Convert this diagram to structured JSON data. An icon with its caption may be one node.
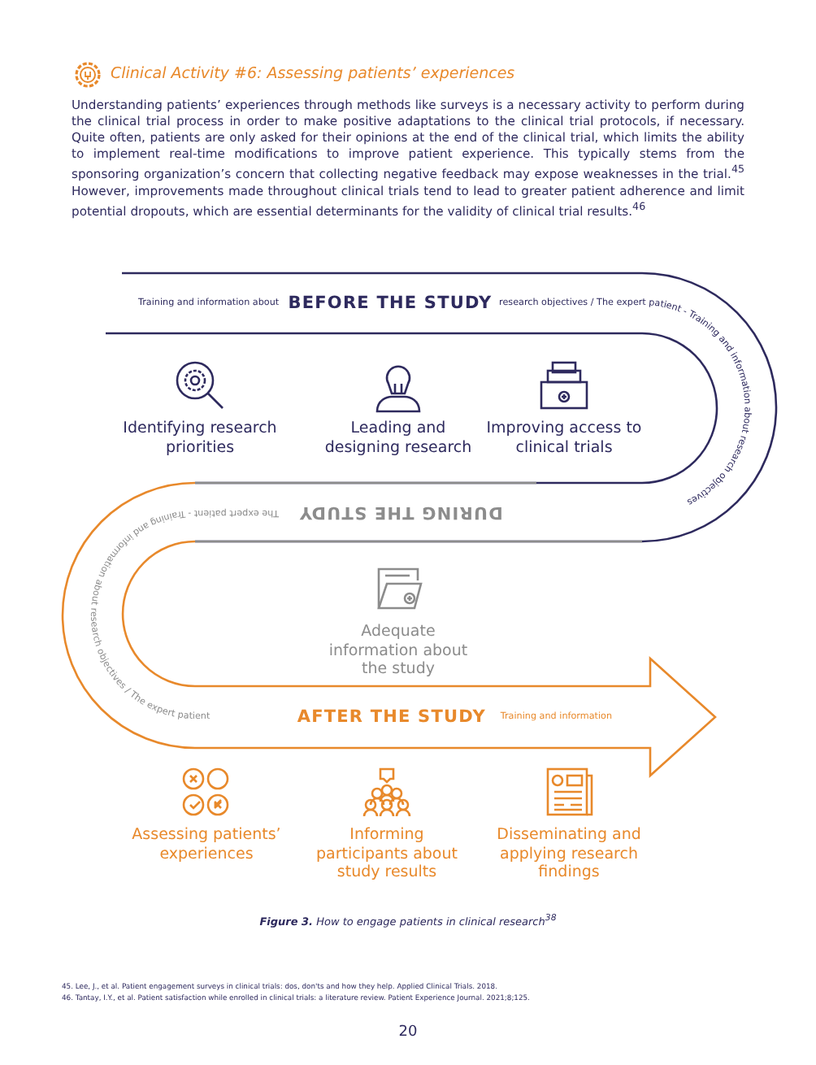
{
  "diagram": {
    "title": "Clinical Activity #6:  Assessing patients’ experiences",
    "caption": "**Figure 3.** How to engage patients in clinical research$^{38}$",
    "nodes": [
      {
        "text": [
          "Identifying research priorities"
        ]
      },
      {
        "text": [
          "Leading and designing research"
        ]
      },
      {
        "text": [
          "Improving access to clinical trials"
        ]
      },
      {
        "text": [
          "Adequate information about the study"
        ]
      },
      {
        "text": [
          "Assessing patients’ experiences"
        ]
      },
      {
        "text": [
          "Informing participants about study results"
        ]
      },
      {
        "text": [
          "Disseminating and applying research findings"
        ]
      }
    ],
    "labels": [
      "Understanding patients’ experiences through methods like surveys is a necessary activity to perform during the clinical trial process in order to make positive adaptations to the clinical trial protocols, if necessary. Quite often, patients are only asked for their opinions at the end of the clinical trial, which limits the ability to implement real-time modifications to improve patient experience. This typically stems from the sponsoring organization’s concern that collecting negative feedback may expose weaknesses in the trial.$^{45}$ However, improvements made throughout clinical trials tend to lead to greater patient adherence and limit potential dropouts, which are essential determinants for the validity of clinical trial results.$^{46}$",
      "Training and information about",
      "BEFORE THE STUDY",
      "research objectives / The expert patient - Training and information about research objectives",
      "DURING THE STUDY",
      "The expert patient - Training and information about research objectives / The expert patient",
      "AFTER THE STUDY",
      "Training and information",
      "45. Lee, J., et al. Patient engagement surveys in clinical trials: dos, don'ts and how they help. Applied Clinical Trials. 2018.",
      "46. Tantay, I.Y., et al. Patient satisfaction while enrolled in clinical trials: a literature review. Patient Experience Journal. 2021;8;125.",
      "20"
    ]
  }
}
